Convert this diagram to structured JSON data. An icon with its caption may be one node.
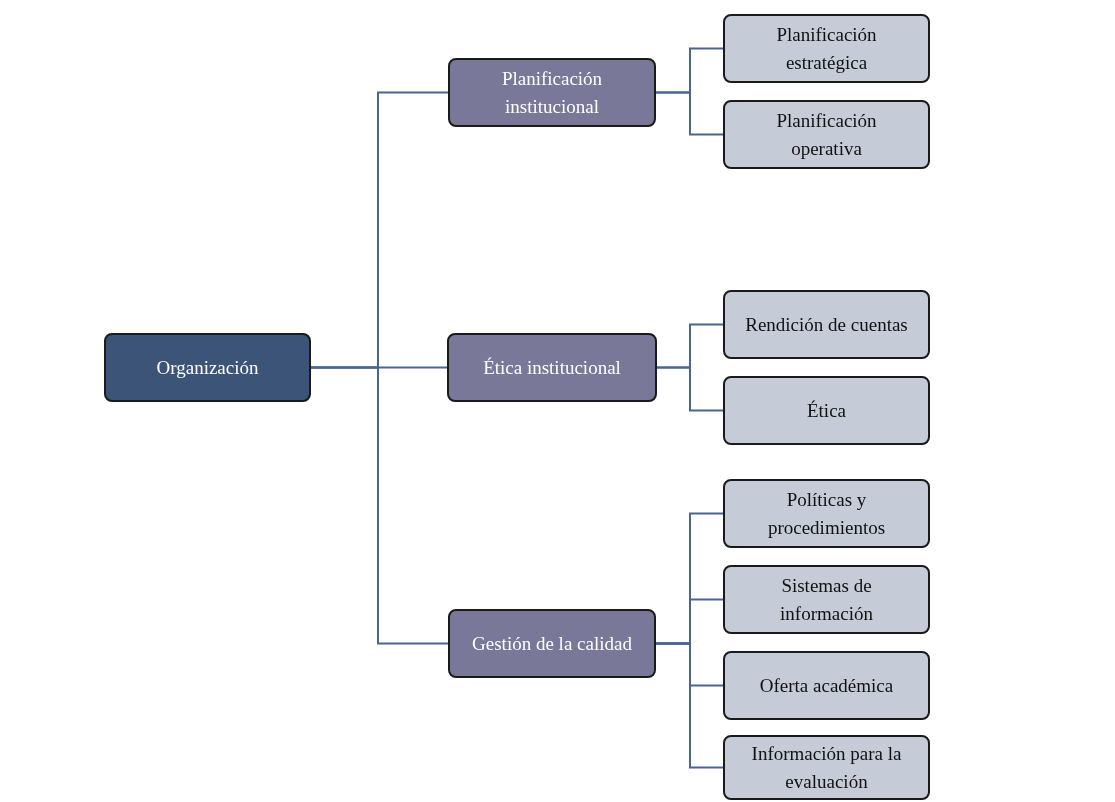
{
  "diagram": {
    "nodes": [
      {
        "text": [
          "Organización"
        ]
      },
      {
        "text": [
          "Planificación institucional"
        ]
      },
      {
        "text": [
          "Ética institucional"
        ]
      },
      {
        "text": [
          "Gestión de la calidad"
        ]
      },
      {
        "text": [
          "Planificación estratégica"
        ]
      },
      {
        "text": [
          "Planificación operativa"
        ]
      },
      {
        "text": [
          "Rendición de cuentas"
        ]
      },
      {
        "text": [
          "Ética"
        ]
      },
      {
        "text": [
          "Políticas y procedimientos"
        ]
      },
      {
        "text": [
          "Sistemas de información"
        ]
      },
      {
        "text": [
          "Oferta académica"
        ]
      },
      {
        "text": [
          "Información para la evaluación"
        ]
      }
    ],
    "edges": [
      {
        "from": 0,
        "to": 1,
        "arrow": "none"
      },
      {
        "from": 0,
        "to": 2,
        "arrow": "none"
      },
      {
        "from": 0,
        "to": 3,
        "arrow": "none"
      },
      {
        "from": 1,
        "to": 4,
        "arrow": "none"
      },
      {
        "from": 1,
        "to": 5,
        "arrow": "none"
      },
      {
        "from": 2,
        "to": 6,
        "arrow": "none"
      },
      {
        "from": 2,
        "to": 7,
        "arrow": "none"
      },
      {
        "from": 3,
        "to": 8,
        "arrow": "none"
      },
      {
        "from": 3,
        "to": 9,
        "arrow": "none"
      },
      {
        "from": 3,
        "to": 10,
        "arrow": "none"
      },
      {
        "from": 3,
        "to": 11,
        "arrow": "none"
      }
    ]
  }
}
